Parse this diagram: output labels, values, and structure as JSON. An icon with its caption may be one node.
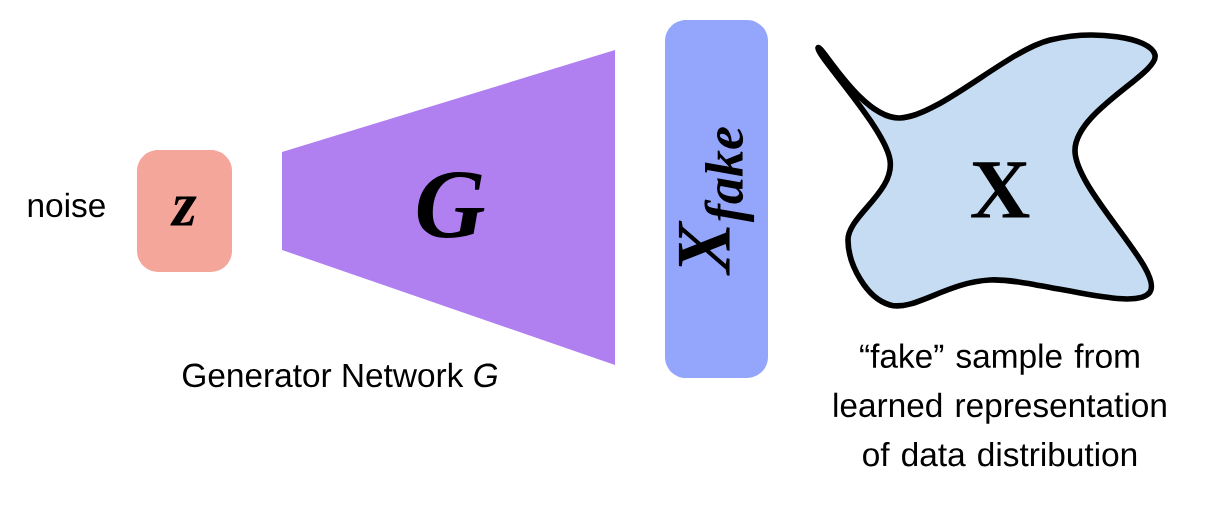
{
  "diagram": {
    "nodes": [
      {
        "text": [
          "z"
        ],
        "beside": [
          "noise"
        ]
      },
      {
        "text": [
          "G"
        ]
      },
      {
        "text": [
          "X$_{fake}$"
        ]
      },
      {
        "text": [
          "X"
        ],
        "beside": [
          "“fake” sample from learned representation of data distribution"
        ]
      }
    ],
    "labels": [
      "Generator Network *G*"
    ]
  }
}
